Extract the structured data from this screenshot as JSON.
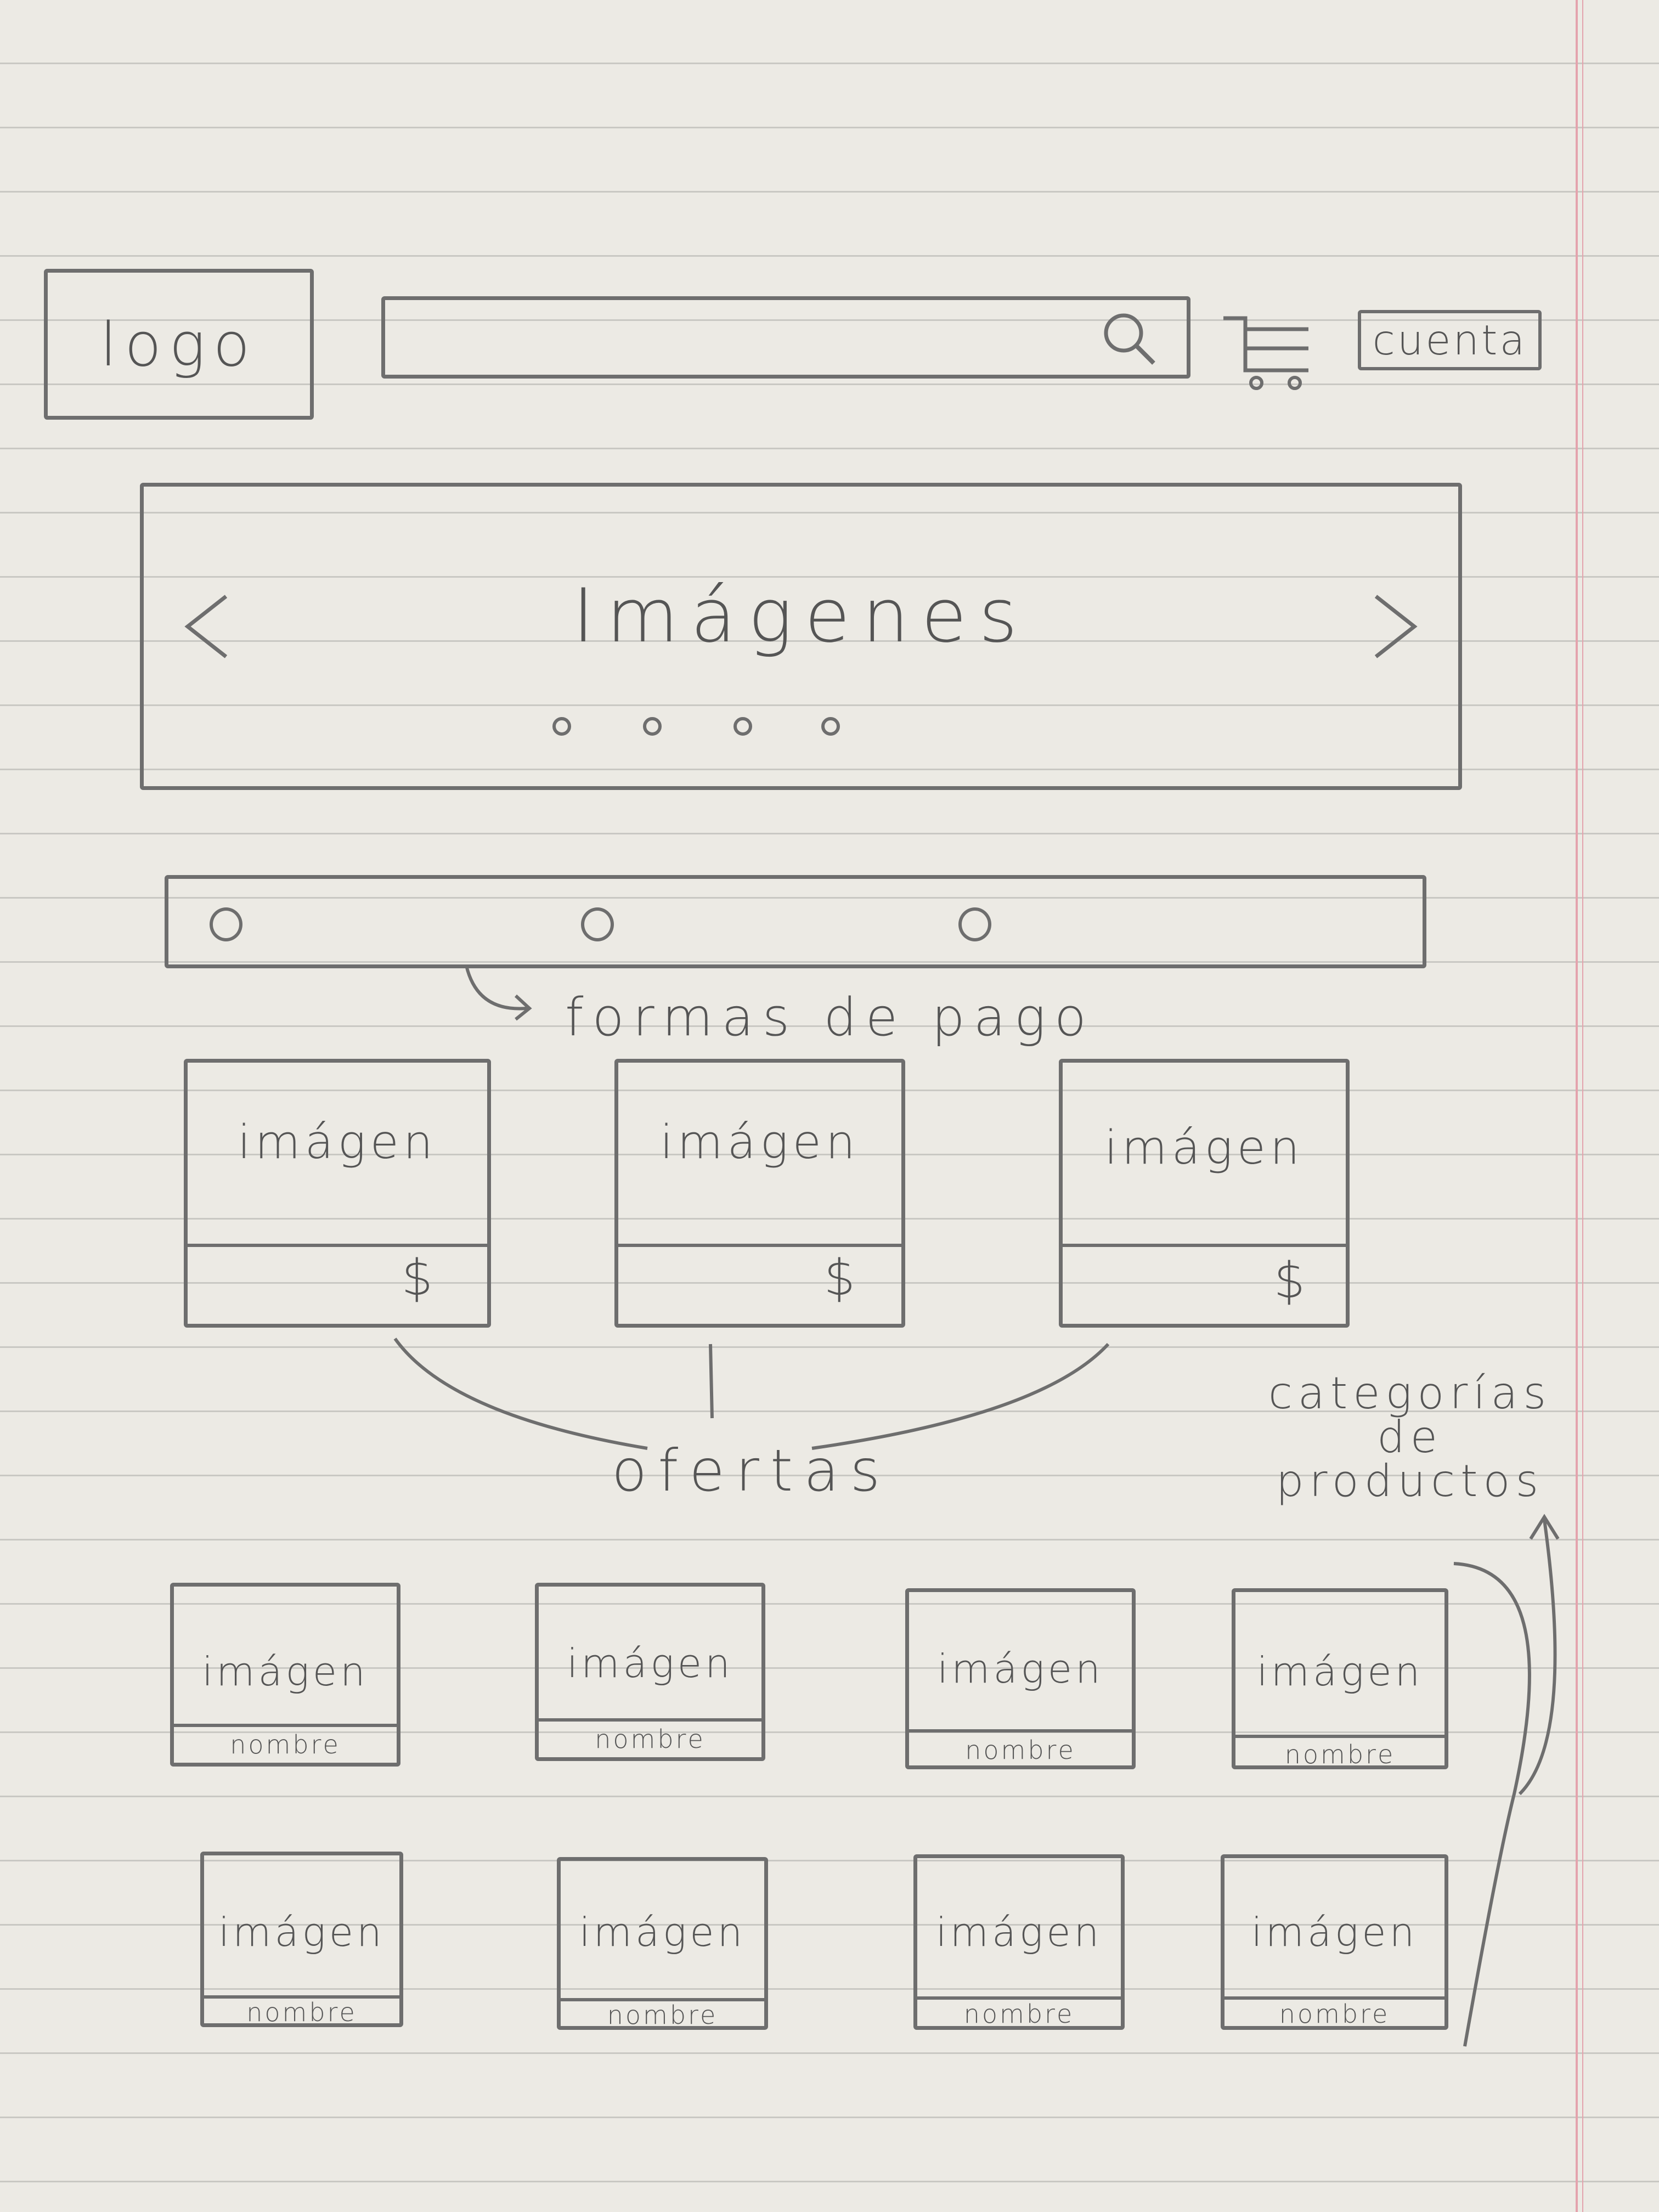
{
  "header": {
    "logo_text": "logo",
    "search_icon": "search-icon",
    "cart_icon": "cart-icon",
    "account_label": "cuenta"
  },
  "carousel": {
    "title": "Imágenes",
    "prev_icon": "chevron-left-icon",
    "next_icon": "chevron-right-icon",
    "dots": [
      "o",
      "o",
      "o",
      "o"
    ]
  },
  "payment": {
    "options": [
      "O",
      "O",
      "O"
    ],
    "annotation": "formas de pago"
  },
  "offers": {
    "items": [
      {
        "image": "imágen",
        "price": "$"
      },
      {
        "image": "imágen",
        "price": "$"
      },
      {
        "image": "imágen",
        "price": "$"
      }
    ],
    "annotation": "ofertas"
  },
  "categories": {
    "annotation": "categorías de productos",
    "rows": [
      [
        {
          "image": "imágen",
          "name": "nombre"
        },
        {
          "image": "imágen",
          "name": "nombre"
        },
        {
          "image": "imágen",
          "name": "nombre"
        },
        {
          "image": "imágen",
          "name": "nombre"
        }
      ],
      [
        {
          "image": "imágen",
          "name": "nombre"
        },
        {
          "image": "imágen",
          "name": "nombre"
        },
        {
          "image": "imágen",
          "name": "nombre"
        },
        {
          "image": "imágen",
          "name": "nombre"
        }
      ]
    ]
  },
  "colors": {
    "paper": "#eceae4",
    "pencil": "#6e6e6e",
    "margin": "#e4a3ad"
  }
}
